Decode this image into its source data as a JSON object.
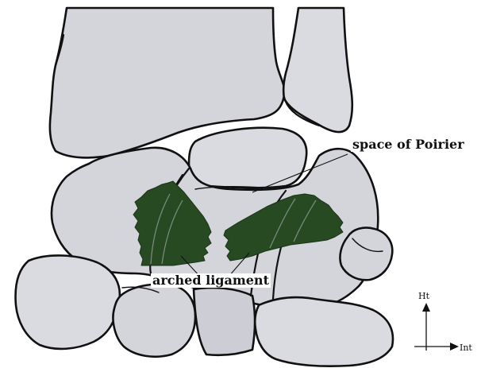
{
  "labels": {
    "space_of_poirier": "space of Poirier",
    "arched_ligament": "arched ligament"
  },
  "orientation": {
    "vertical_axis_label": "Ht",
    "horizontal_axis_label": "Int"
  },
  "colors": {
    "background": "#ffffff",
    "bone_fill": "#d4d4db",
    "outline": "#111111",
    "ligament_fill": "#274a23"
  }
}
